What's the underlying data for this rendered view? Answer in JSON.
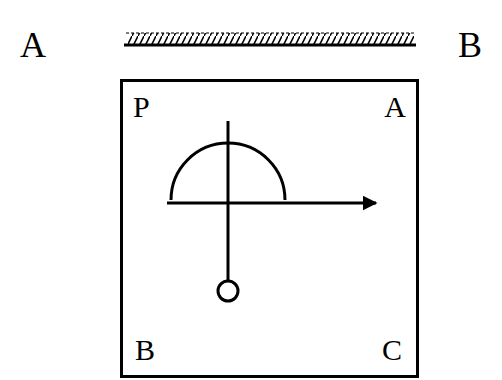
{
  "diagram": {
    "nodes": [
      {
        "text": [
          "P",
          "A",
          "B",
          "C"
        ]
      }
    ],
    "labels": [
      "A",
      "B"
    ]
  }
}
